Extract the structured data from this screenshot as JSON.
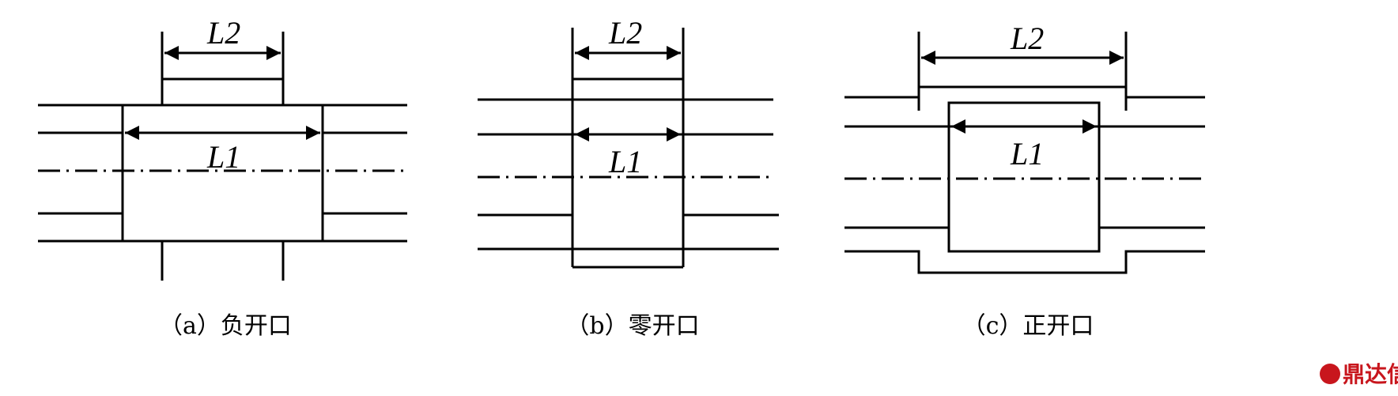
{
  "panels": [
    {
      "id": "a",
      "caption": "（a）负开口",
      "label_l1": "L1",
      "label_l2": "L2"
    },
    {
      "id": "b",
      "caption": "（b）零开口",
      "label_l1": "L1",
      "label_l2": "L2"
    },
    {
      "id": "c",
      "caption": "（c）正开口",
      "label_l1": "L1",
      "label_l2": "L2"
    }
  ],
  "watermark": "鼎达信",
  "colors": {
    "line": "#000000",
    "watermark": "#c8161d"
  }
}
